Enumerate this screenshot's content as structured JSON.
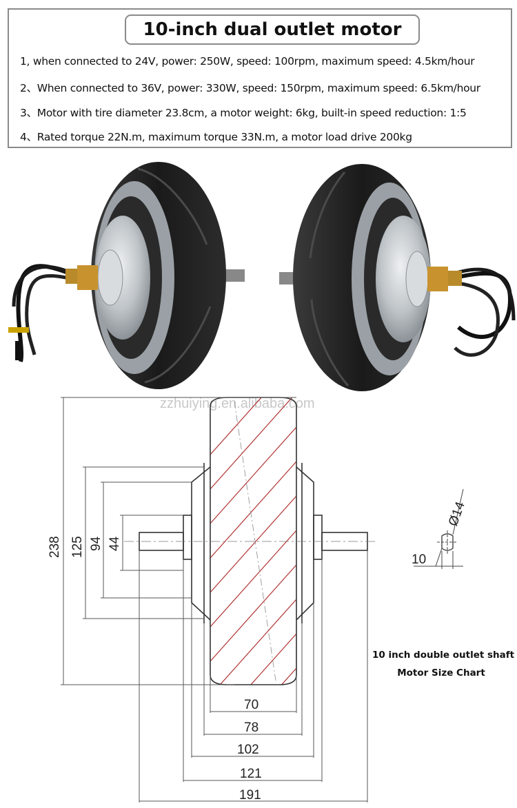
{
  "header": {
    "title": "10-inch dual outlet motor",
    "specs": [
      "1, when connected to 24V, power: 250W, speed: 100rpm, maximum speed: 4.5km/hour",
      "2、When connected to 36V, power: 330W, speed: 150rpm, maximum speed: 6.5km/hour",
      "3、Motor with tire diameter 23.8cm, a motor weight: 6kg, built-in speed reduction: 1:5",
      "4、Rated torque 22N.m, maximum torque 33N.m, a motor load drive 200kg"
    ]
  },
  "watermark": "zzhuiying.en.alibaba.com",
  "drawing": {
    "vertical_dims": [
      "238",
      "125",
      "94",
      "44"
    ],
    "horizontal_dims": [
      "70",
      "78",
      "102",
      "121",
      "191"
    ],
    "shaft_dims": {
      "diameter": "Ø14",
      "flat": "10"
    },
    "caption_line1": "10 inch double outlet shaft",
    "caption_line2": "Motor Size Chart"
  },
  "colors": {
    "border": "#8a8a8a",
    "hatch": "#b03030",
    "line": "#333333",
    "tire": "#1c1c1c",
    "hub": "#c4c8cc"
  }
}
